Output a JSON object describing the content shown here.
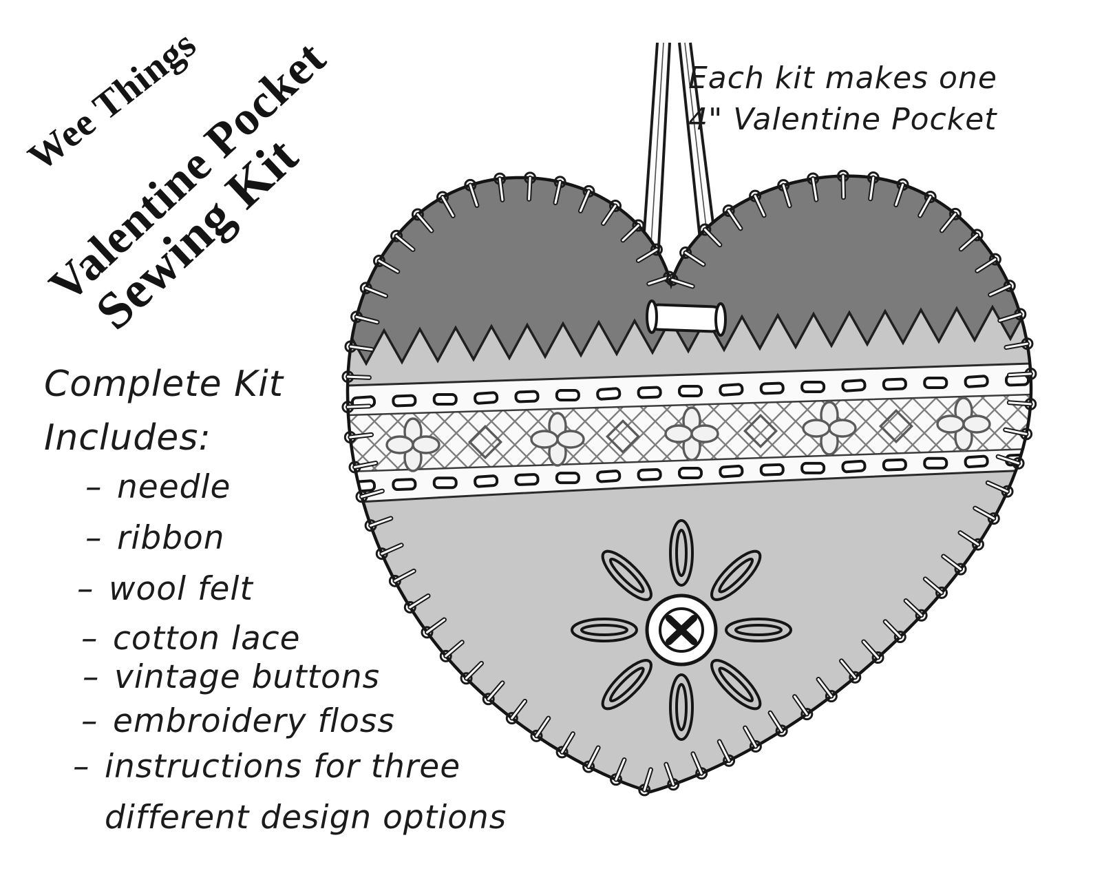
{
  "title": {
    "line1": "Wee Things",
    "line2": "Valentine Pocket",
    "line3": "Sewing Kit"
  },
  "note": {
    "line1": "Each kit makes one",
    "line2": "4\" Valentine Pocket"
  },
  "kit_list": {
    "heading_line1": "Complete Kit",
    "heading_line2": "Includes:",
    "items": [
      {
        "bullet": "–",
        "text": "needle"
      },
      {
        "bullet": "–",
        "text": "ribbon"
      },
      {
        "bullet": "–",
        "text": "wool felt"
      },
      {
        "bullet": "–",
        "text": "cotton lace"
      },
      {
        "bullet": "–",
        "text": "vintage buttons"
      },
      {
        "bullet": "–",
        "text": "embroidery floss"
      },
      {
        "bullet": "–",
        "text": "instructions for three"
      },
      {
        "bullet": "",
        "text": "different design options"
      }
    ]
  },
  "illustration": {
    "alt": "Hand-drawn 4 inch stitched heart pocket hanging from a ribbon, with dark felt flap, lace band and button flower",
    "colors": {
      "felt_light": "#c7c7c7",
      "felt_dark": "#7b7b7b",
      "lace": "#fafafa",
      "outline": "#1a1a1a"
    }
  }
}
